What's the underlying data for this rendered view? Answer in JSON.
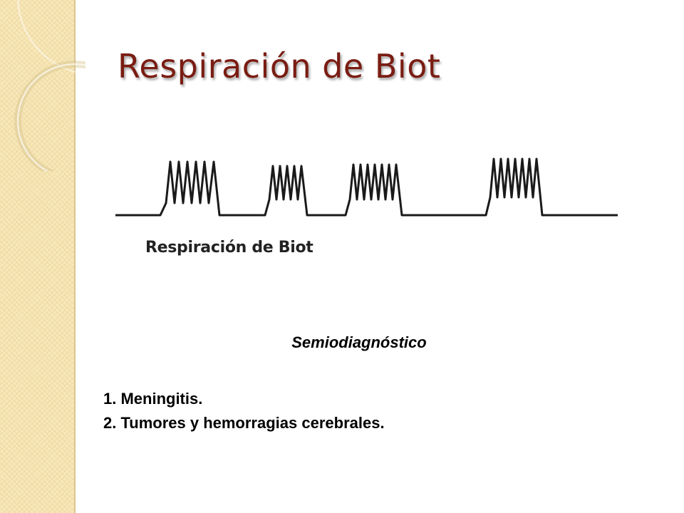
{
  "slide": {
    "title": "Respiración de Biot",
    "figure_caption": "Respiración de Biot",
    "subheading": "Semiodiagnóstico",
    "list_items": [
      "1. Meningitis.",
      "2. Tumores y hemorragias cerebrales."
    ]
  },
  "colors": {
    "title": "#7a1c12",
    "side_band": "#f8e7b7",
    "waveform": "#1a1a1a"
  }
}
